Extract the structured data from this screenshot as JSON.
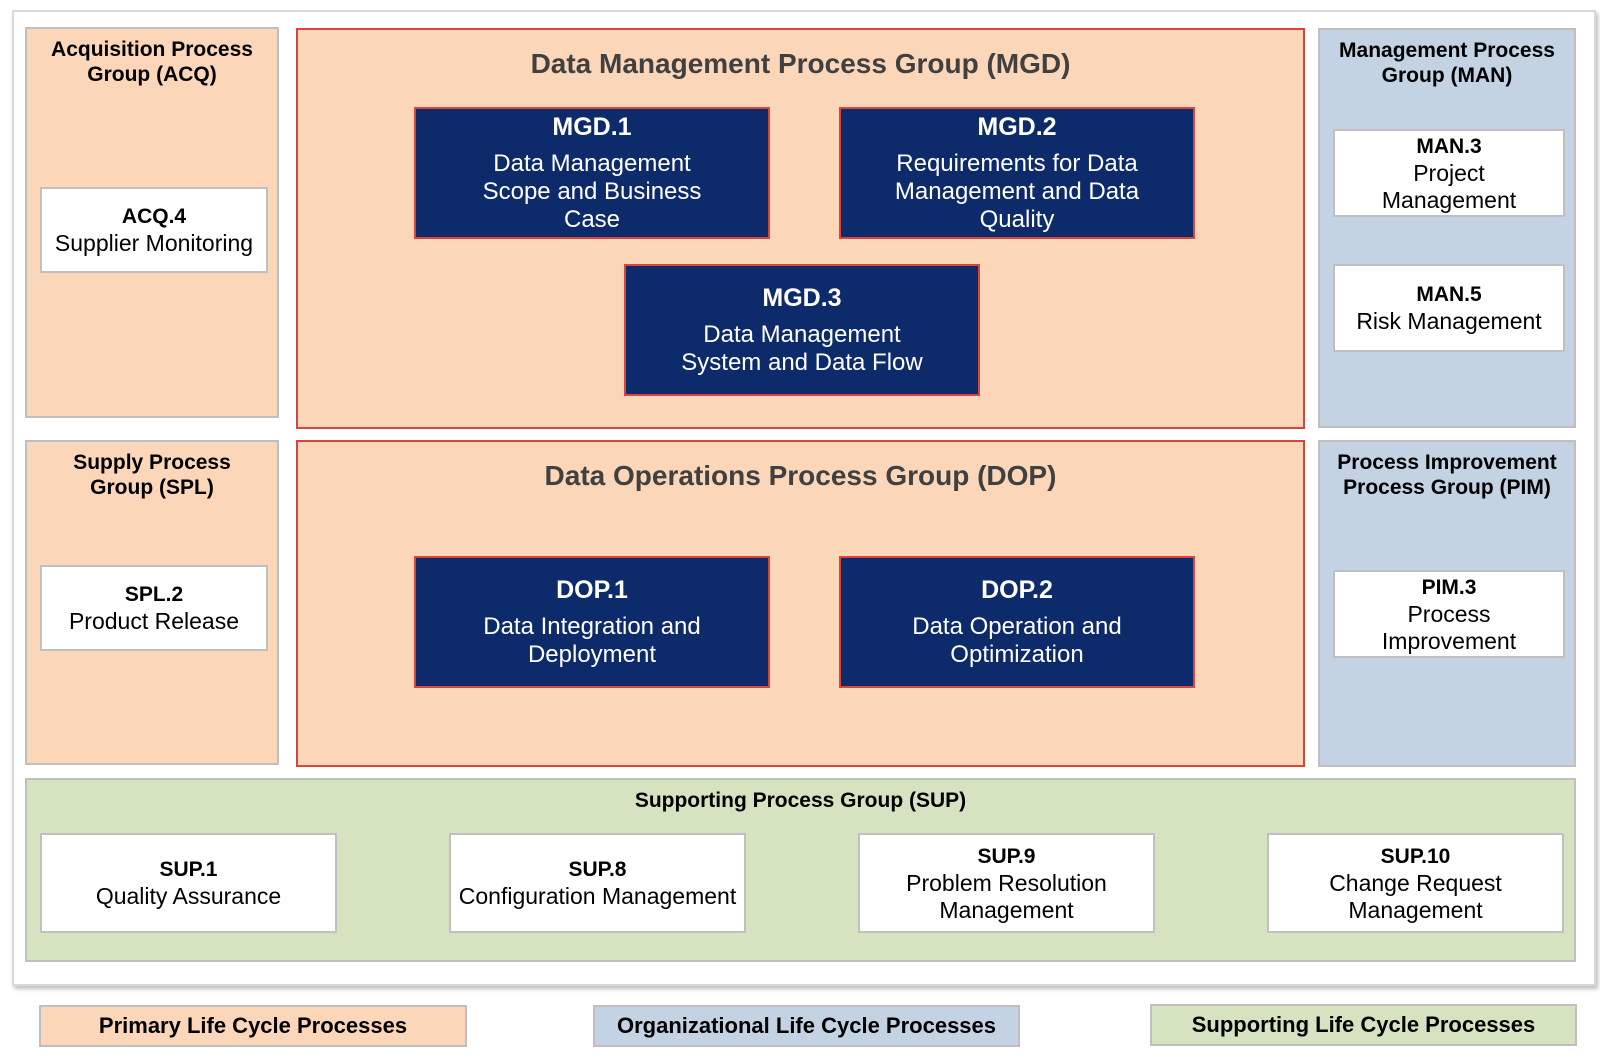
{
  "acq": {
    "title": "Acquisition Process Group (ACQ)",
    "box": {
      "code": "ACQ.4",
      "label": "Supplier Monitoring"
    }
  },
  "spl": {
    "title": "Supply Process Group (SPL)",
    "box": {
      "code": "SPL.2",
      "label": "Product Release"
    }
  },
  "mgd": {
    "title": "Data Management Process Group (MGD)",
    "boxes": [
      {
        "code": "MGD.1",
        "label": "Data Management Scope and Business Case"
      },
      {
        "code": "MGD.2",
        "label": "Requirements for Data Management and Data Quality"
      },
      {
        "code": "MGD.3",
        "label": "Data Management System and Data Flow"
      }
    ]
  },
  "dop": {
    "title": "Data Operations Process Group (DOP)",
    "boxes": [
      {
        "code": "DOP.1",
        "label": "Data Integration and Deployment"
      },
      {
        "code": "DOP.2",
        "label": "Data Operation and Optimization"
      }
    ]
  },
  "man": {
    "title": "Management Process Group (MAN)",
    "boxes": [
      {
        "code": "MAN.3",
        "label": "Project Management"
      },
      {
        "code": "MAN.5",
        "label": "Risk Management"
      }
    ]
  },
  "pim": {
    "title": "Process Improvement Process Group (PIM)",
    "box": {
      "code": "PIM.3",
      "label": "Process Improvement"
    }
  },
  "sup": {
    "title": "Supporting Process Group (SUP)",
    "boxes": [
      {
        "code": "SUP.1",
        "label": "Quality Assurance"
      },
      {
        "code": "SUP.8",
        "label": "Configuration Management"
      },
      {
        "code": "SUP.9",
        "label": "Problem Resolution Management"
      },
      {
        "code": "SUP.10",
        "label": "Change Request Management"
      }
    ]
  },
  "legend": {
    "primary": "Primary Life Cycle Processes",
    "organizational": "Organizational Life Cycle Processes",
    "supporting": "Supporting Life Cycle Processes"
  },
  "colors": {
    "primary": "#fbd6b9",
    "organizational": "#c3d3e3",
    "supporting": "#d6e3c1",
    "data_box": "#0d2b6b",
    "highlight_border": "#d9443d"
  }
}
